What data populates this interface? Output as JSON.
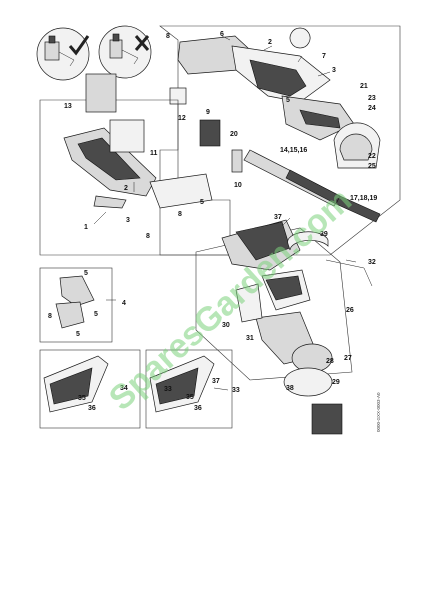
{
  "watermark": "SparesGarden.com",
  "drawing_code": "0000-GXX-0003-A0",
  "labels": {
    "l1": "1",
    "l2a": "2",
    "l2b": "2",
    "l3a": "3",
    "l3b": "3",
    "l4": "4",
    "l5a": "5",
    "l5b": "5",
    "l5c": "5",
    "l5d": "5",
    "l5e": "5",
    "l6": "6",
    "l7": "7",
    "l8a": "8",
    "l8b": "8",
    "l8c": "8",
    "l8d": "8",
    "l9": "9",
    "l10": "10",
    "l11": "11",
    "l12": "12",
    "l13": "13",
    "l14": "14,15,16",
    "l17": "17,18,19",
    "l20": "20",
    "l21": "21",
    "l22": "22",
    "l23": "23",
    "l24": "24",
    "l25": "25",
    "l26": "26",
    "l27": "27",
    "l28": "28",
    "l29": "29",
    "l30": "30",
    "l31": "31",
    "l32": "32",
    "l33a": "33",
    "l33b": "33",
    "l34": "34",
    "l35a": "35",
    "l35b": "35",
    "l36a": "36",
    "l36b": "36",
    "l37a": "37",
    "l37b": "37",
    "l38": "38",
    "l39": "39"
  },
  "icons": {
    "correct": "check-icon",
    "incorrect": "cross-icon"
  }
}
